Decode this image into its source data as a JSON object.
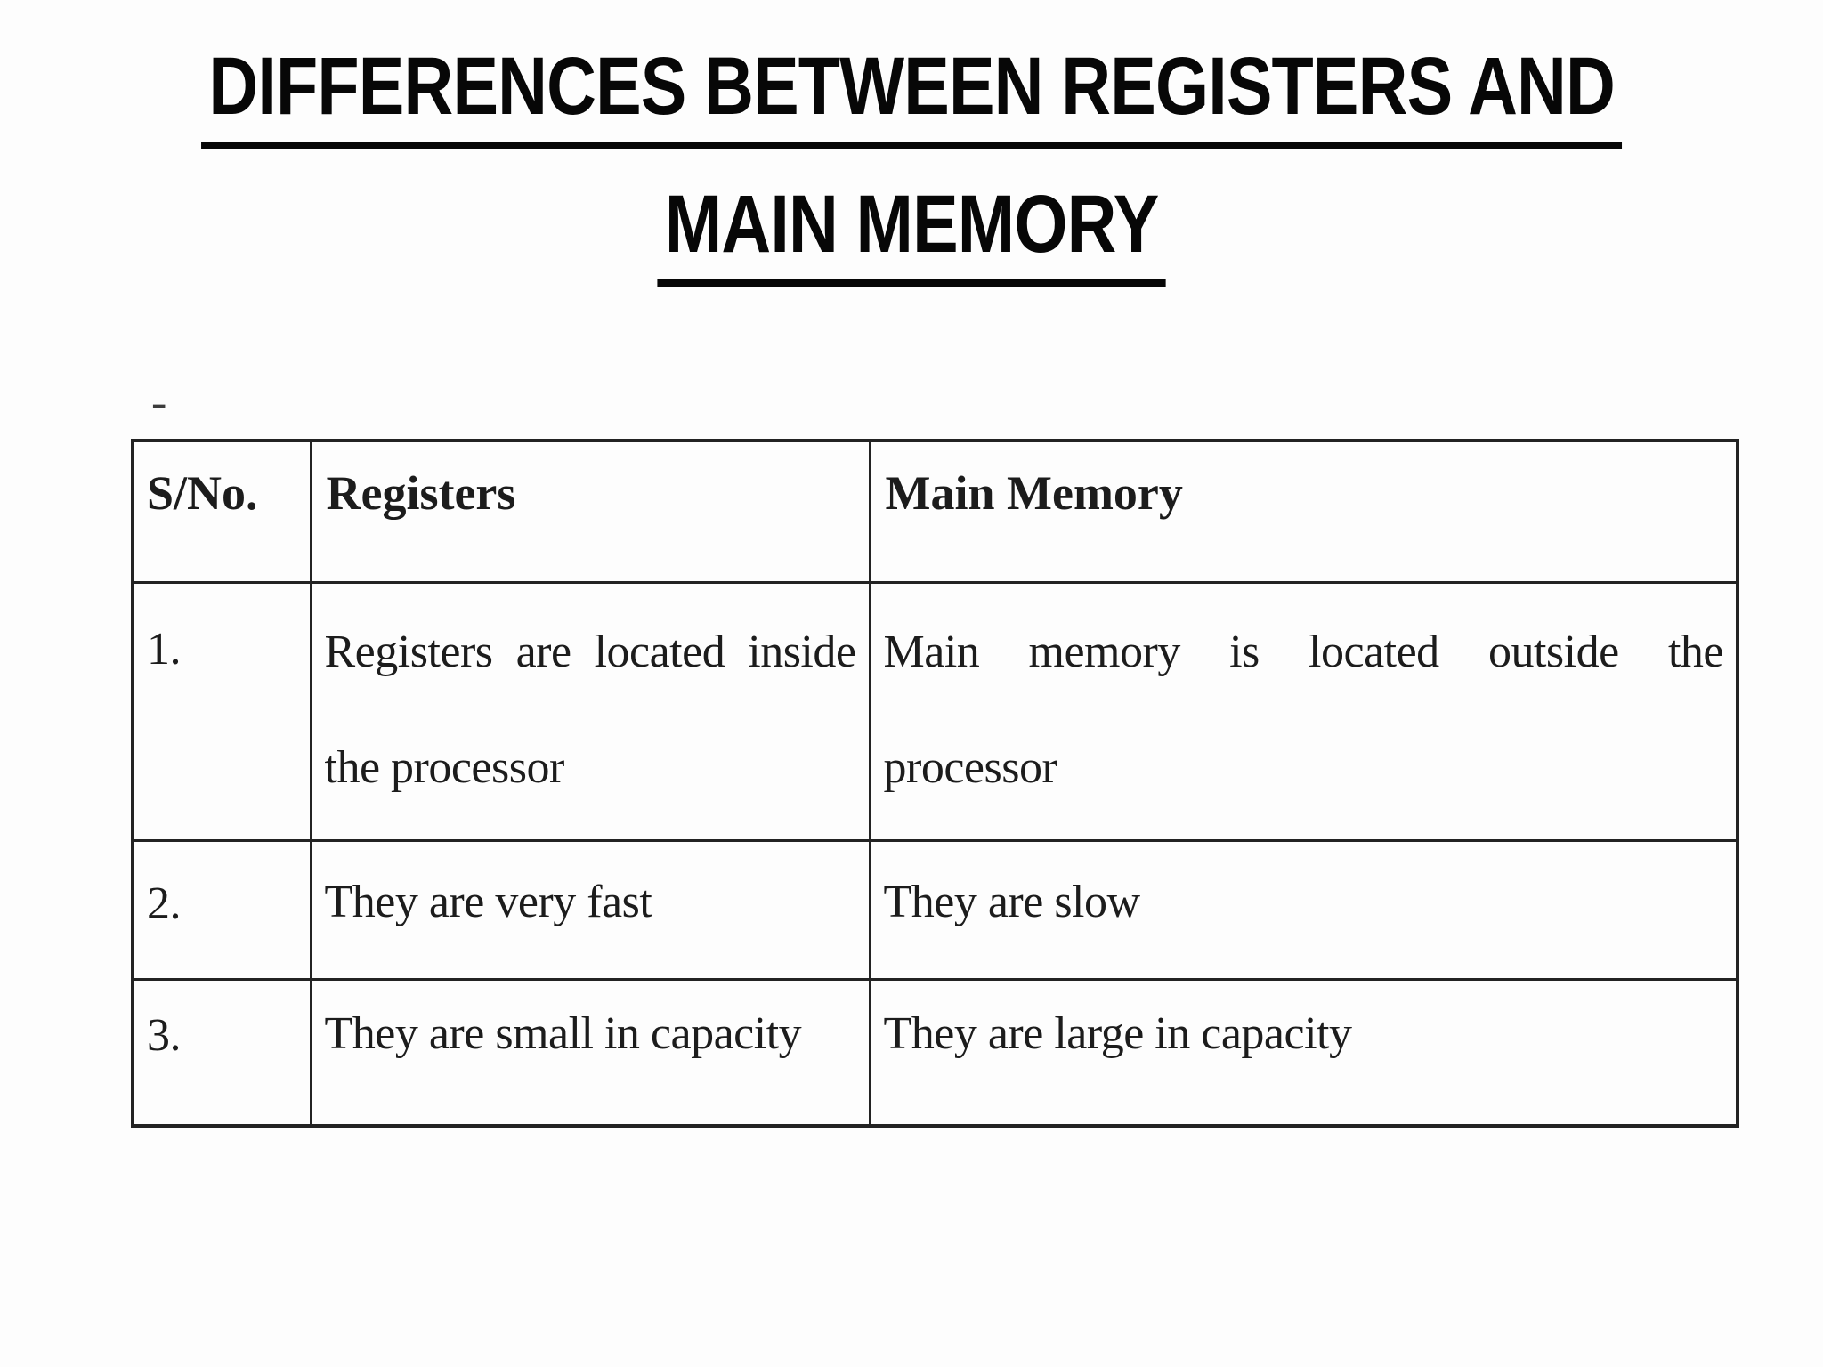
{
  "page": {
    "title_line1": "DIFFERENCES BETWEEN REGISTERS AND",
    "title_line2": "MAIN MEMORY",
    "stray_mark": "-"
  },
  "table": {
    "headers": [
      "S/No.",
      "Registers",
      "Main Memory"
    ],
    "rows": [
      {
        "no": "1.",
        "registers_lines": [
          "Registers are located inside",
          "the processor"
        ],
        "main_memory_lines": [
          "Main memory is located outside the",
          "processor"
        ]
      },
      {
        "no": "2.",
        "registers": "They are very fast",
        "main_memory": "They are slow"
      },
      {
        "no": "3.",
        "registers": "They are small in capacity",
        "main_memory": "They are large in capacity"
      }
    ]
  },
  "colors": {
    "title": "#070707",
    "text": "#1c1c1c",
    "border": "#232323",
    "background": "#fdfdfd"
  }
}
